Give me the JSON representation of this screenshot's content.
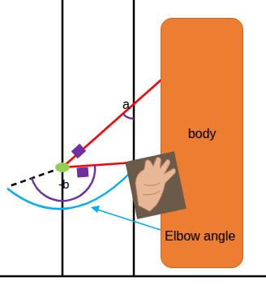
{
  "diagram": {
    "nodes": [
      {
        "text": [
          "body"
        ]
      }
    ],
    "labels": [
      "a",
      "-b",
      "Elbow angle"
    ]
  }
}
